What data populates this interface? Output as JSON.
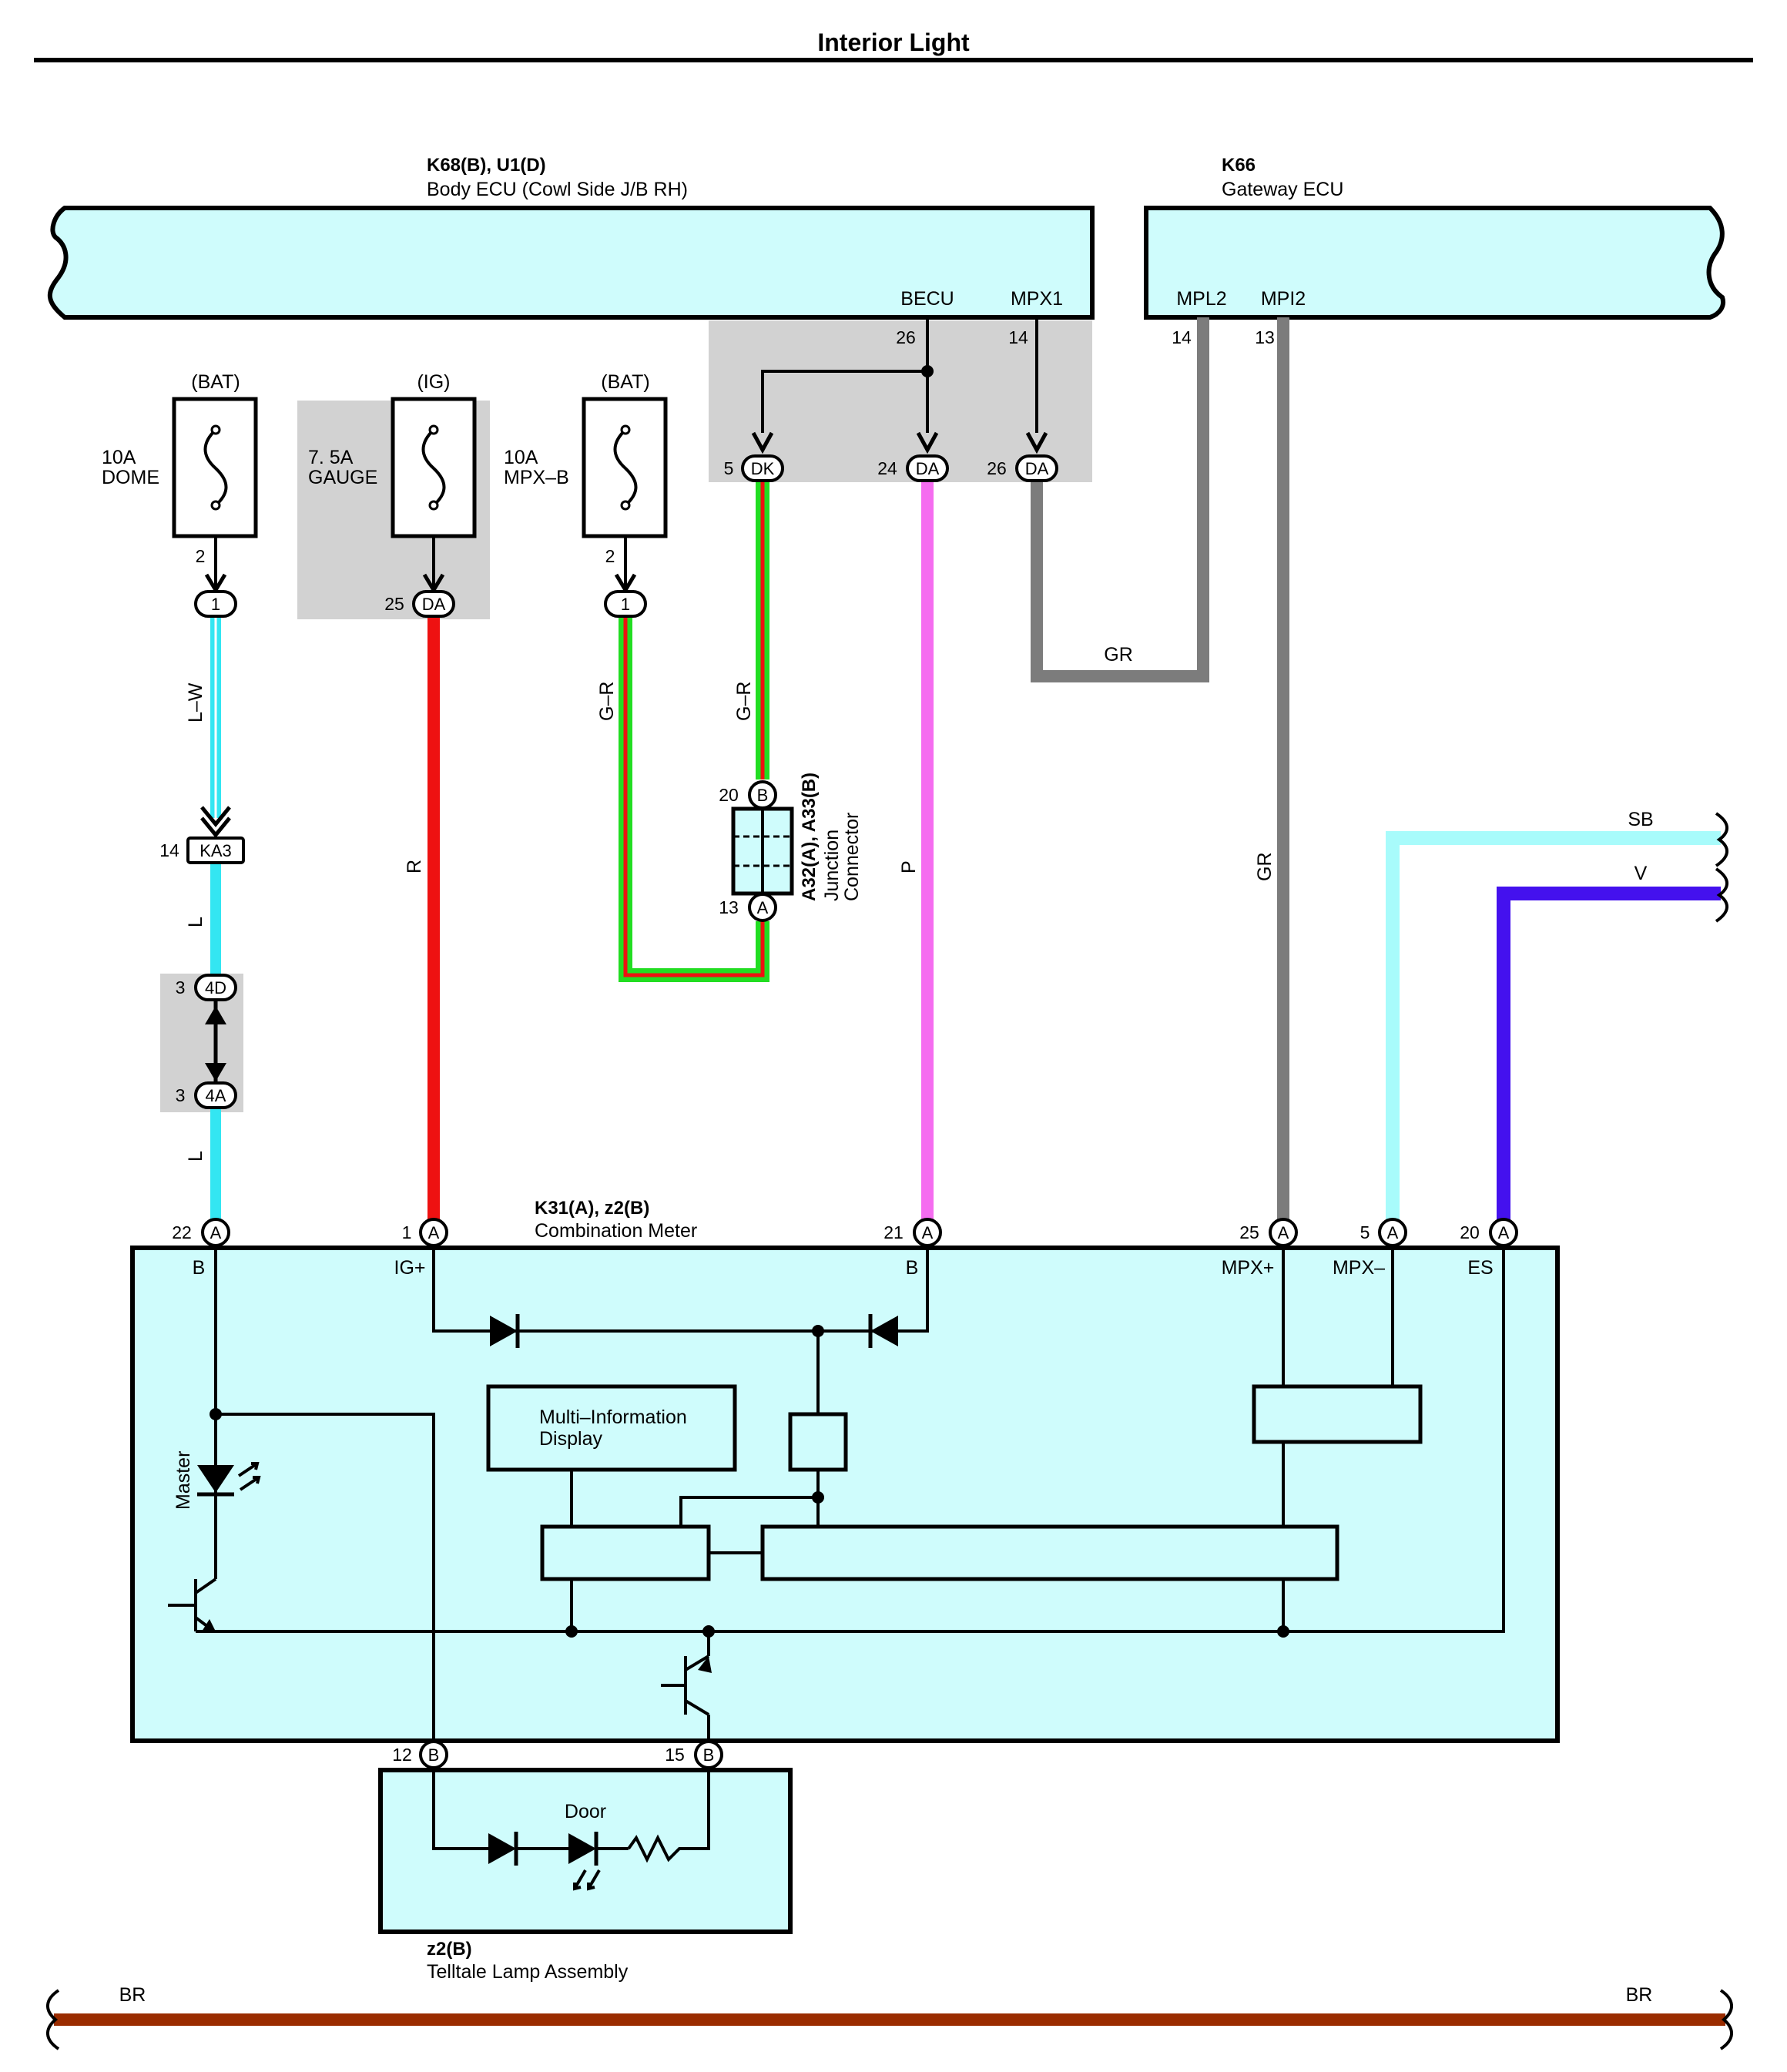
{
  "title": "Interior Light",
  "colors": {
    "component_fill": "#cffcfc",
    "shade": "#d2d2d2",
    "wire_LW": "#33e6f2",
    "wire_R": "#ee1111",
    "wire_G": "#22dd22",
    "wire_P": "#f56cf0",
    "wire_GR": "#7c7c7c",
    "wire_SB": "#a8fbfb",
    "wire_V": "#4411ee",
    "wire_BR": "#9a2c00"
  },
  "components": {
    "body_ecu": {
      "code": "K68(B), U1(D)",
      "name": "Body ECU (Cowl Side J/B RH)",
      "terminals": [
        "BECU",
        "MPX1"
      ],
      "pins": [
        "26",
        "14"
      ]
    },
    "gateway_ecu": {
      "code": "K66",
      "name": "Gateway ECU",
      "terminals": [
        "MPL2",
        "MPI2"
      ],
      "pins": [
        "14",
        "13"
      ]
    },
    "combination_meter": {
      "code": "K31(A), z2(B)",
      "name": "Combination Meter",
      "terminals": [
        "B",
        "IG+",
        "B",
        "MPX+",
        "MPX–",
        "ES"
      ],
      "internal": [
        "Multi–Information",
        "Display",
        "Master"
      ]
    },
    "telltale_lamp": {
      "code": "z2(B)",
      "name": "Telltale Lamp Assembly",
      "lamp": "Door"
    },
    "junction_connector": {
      "code": "A32(A), A33(B)",
      "name1": "Junction",
      "name2": "Connector"
    }
  },
  "fuses": [
    {
      "supply": "(BAT)",
      "amp": "10A",
      "name": "DOME",
      "pin": "2",
      "conn": "1"
    },
    {
      "supply": "(IG)",
      "amp": "7. 5A",
      "name": "GAUGE",
      "pin": "25",
      "conn": "DA"
    },
    {
      "supply": "(BAT)",
      "amp": "10A",
      "name": "MPX–B",
      "pin": "2",
      "conn": "1"
    }
  ],
  "jb_connectors": [
    {
      "pin": "5",
      "conn": "DK"
    },
    {
      "pin": "24",
      "conn": "DA"
    },
    {
      "pin": "26",
      "conn": "DA"
    }
  ],
  "meter_pins": [
    {
      "pin": "22",
      "conn": "A"
    },
    {
      "pin": "1",
      "conn": "A"
    },
    {
      "pin": "21",
      "conn": "A"
    },
    {
      "pin": "25",
      "conn": "A"
    },
    {
      "pin": "5",
      "conn": "A"
    },
    {
      "pin": "20",
      "conn": "A"
    }
  ],
  "lamp_pins": [
    {
      "pin": "12",
      "conn": "B"
    },
    {
      "pin": "15",
      "conn": "B"
    }
  ],
  "inline": {
    "ka3": {
      "pin": "14",
      "conn": "KA3"
    },
    "c4d": {
      "pin": "3",
      "conn": "4D"
    },
    "c4a": {
      "pin": "3",
      "conn": "4A"
    },
    "jc_top": {
      "pin": "20",
      "conn": "B"
    },
    "jc_bot": {
      "pin": "13",
      "conn": "A"
    }
  },
  "wire_labels": {
    "lw": "L–W",
    "l1": "L",
    "l2": "L",
    "r": "R",
    "gr1": "G–R",
    "gr2": "G–R",
    "p": "P",
    "gr_mid": "GR",
    "gr_vert": "GR",
    "sb": "SB",
    "v": "V",
    "br_left": "BR",
    "br_right": "BR"
  }
}
